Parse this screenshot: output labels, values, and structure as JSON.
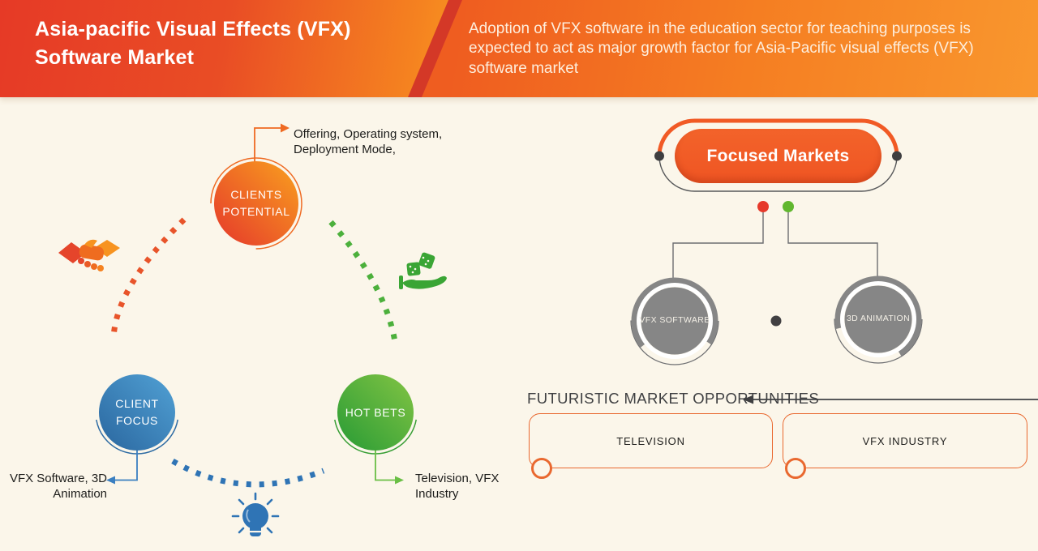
{
  "header": {
    "title": "Asia-pacific Visual Effects (VFX) Software Market",
    "subtitle": "Adoption of VFX software in the education sector for teaching purposes is expected to act as major growth factor for Asia-Pacific visual effects (VFX) software market"
  },
  "strategy_map": {
    "clients_potential": {
      "label": "CLIENTS POTENTIAL",
      "note": "Offering, Operating system, Deployment Mode,"
    },
    "client_focus": {
      "label": "CLIENT FOCUS",
      "note": "VFX Software, 3D Animation"
    },
    "hot_bets": {
      "label": "HOT BETS",
      "note": "Television, VFX Industry"
    },
    "icons": {
      "handshake": "handshake-icon",
      "dice_hand": "dice-hand-icon",
      "lightbulb": "lightbulb-icon"
    }
  },
  "focused_markets": {
    "title": "Focused Markets",
    "segments": [
      {
        "label": "VFX SOFTWARE"
      },
      {
        "label": "3D ANIMATION"
      }
    ]
  },
  "opportunities": {
    "heading": "FUTURISTIC MARKET OPPORTUNITIES",
    "items": [
      {
        "label": "TELEVISION"
      },
      {
        "label": "VFX INDUSTRY"
      }
    ]
  },
  "colors": {
    "accent_orange": "#f15a25",
    "accent_red": "#e6392b",
    "accent_blue": "#2f74b5",
    "accent_green": "#4cb03c",
    "neutral_gray": "#868686",
    "background": "#fbf6ea"
  }
}
